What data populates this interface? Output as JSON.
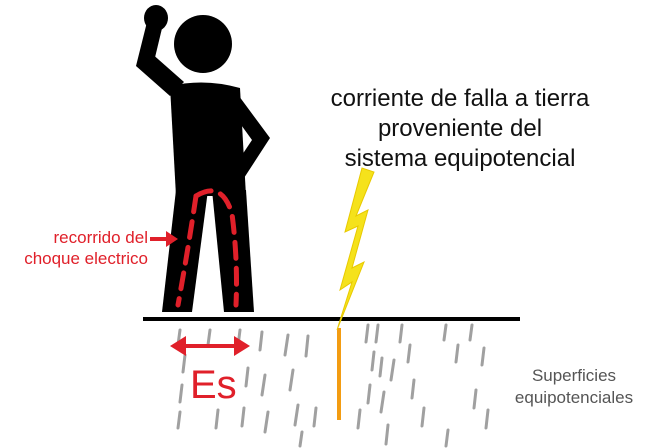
{
  "diagram": {
    "caption_lines": [
      "corriente de falla a tierra",
      "proveniente del",
      "sistema equipotencial"
    ],
    "shock_path_label": [
      "recorrido del",
      "choque electrico"
    ],
    "step_voltage_label": "Es",
    "surfaces_label": [
      "Superficies",
      "equipotenciales"
    ],
    "colors": {
      "figure": "#000000",
      "shock_path": "#e0202a",
      "lightning": "#f5e21b",
      "fault_rod": "#f39c12",
      "equipotential_lines": "#a0a0a0",
      "ground": "#000000"
    },
    "icons": {
      "person": "person-silhouette-icon",
      "lightning": "lightning-bolt-icon"
    }
  }
}
